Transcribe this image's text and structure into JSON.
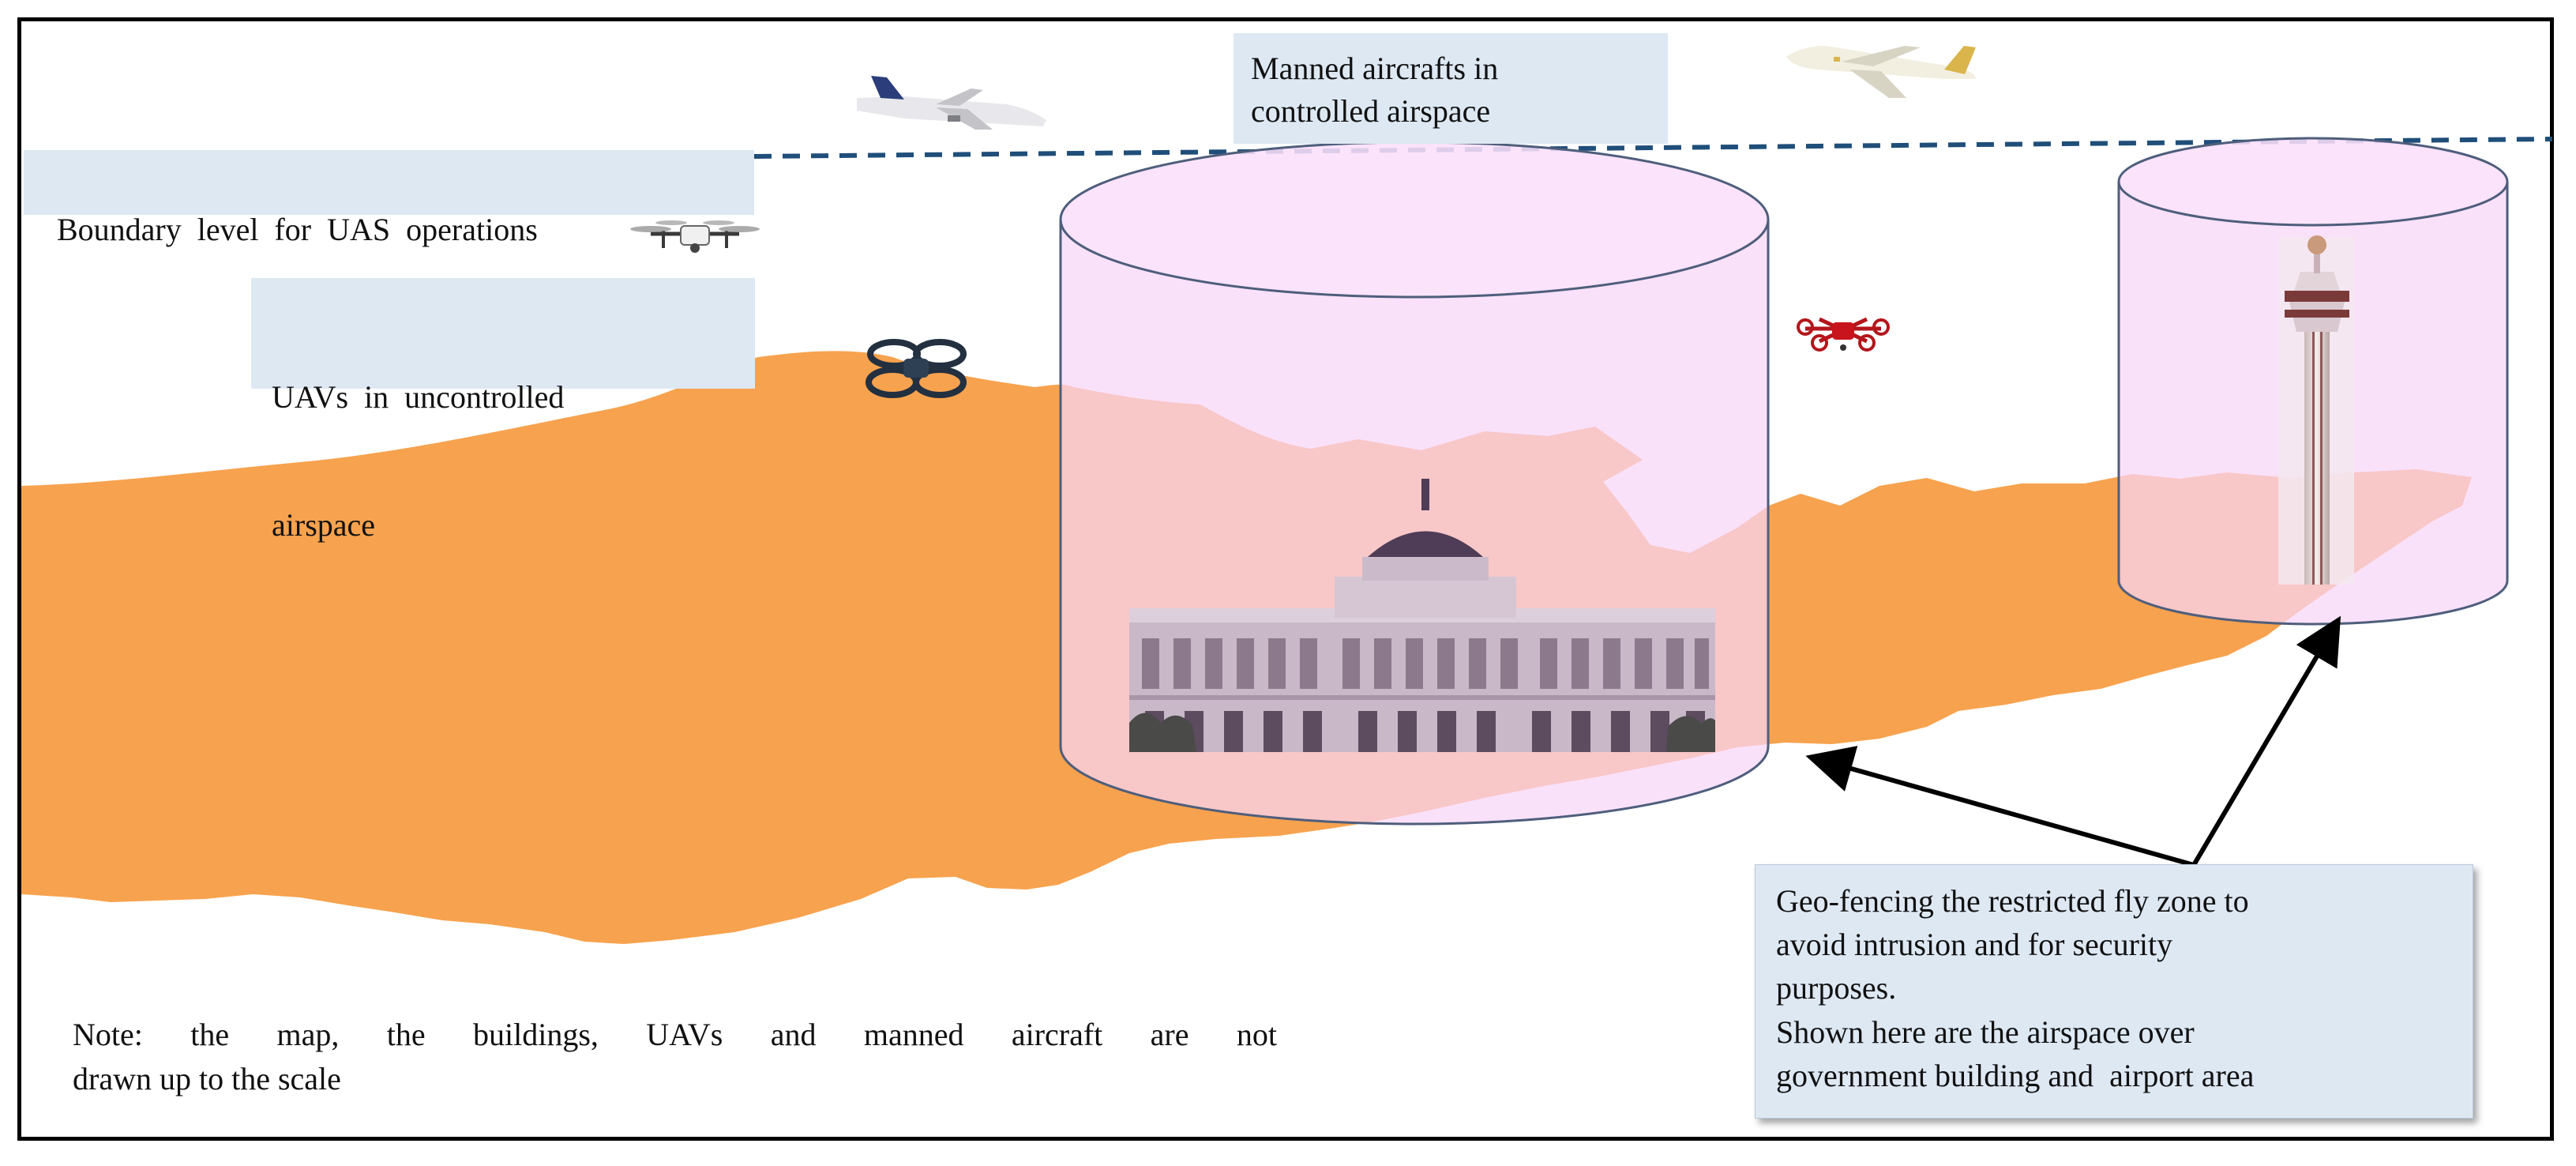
{
  "labels": {
    "boundary": "Boundary  level  for  UAS  operations",
    "manned": [
      "Manned aircrafts in",
      "controlled airspace"
    ],
    "uavs": [
      "UAVs  in  uncontrolled",
      "airspace"
    ],
    "geofence": [
      "Geo-fencing the restricted fly zone to",
      "avoid intrusion and for security",
      "purposes.",
      "Shown here are the airspace over",
      "government building and  airport area"
    ],
    "note": [
      "Note: the map, the buildings, UAVs and manned aircraft are not",
      "drawn up to the scale"
    ]
  },
  "icons": {
    "plane_left": "airplane-icon",
    "plane_right": "airplane-icon",
    "drone_white": "quadcopter-drone-icon",
    "drone_dark": "quadcopter-drone-icon",
    "drone_red": "quadcopter-drone-icon",
    "building": "government-building-icon",
    "tower": "control-tower-icon"
  },
  "colors": {
    "land": "#f7a24e",
    "zone_fill": "#f8d6f8",
    "zone_stroke": "#4e5e7c",
    "boundary_line": "#1f4e79",
    "label_bg": "#dde8f3"
  }
}
